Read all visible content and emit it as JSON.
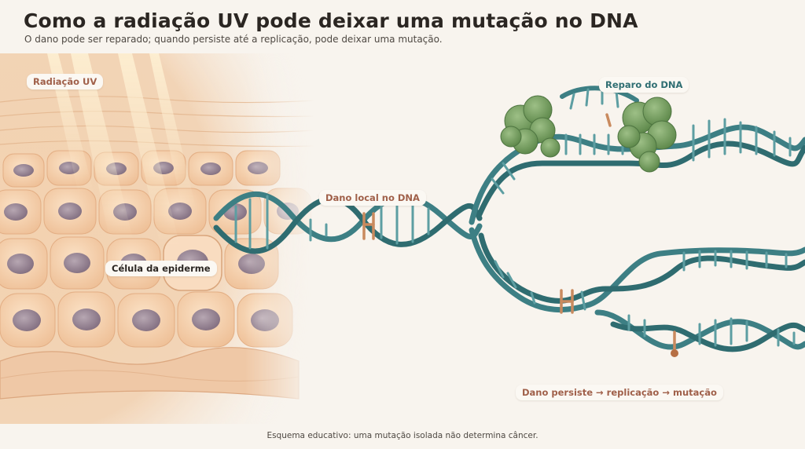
{
  "header": {
    "title": "Como a radiação UV pode deixar uma mutação no DNA",
    "subtitle": "O dano pode ser reparado; quando persiste até a replicação, pode deixar uma mutação."
  },
  "labels": {
    "uv": "Radiação UV",
    "cell": "Célula da epiderme",
    "local_damage": "Dano local no DNA",
    "repair": "Reparo do DNA",
    "persist": "Dano persiste → replicação → mutação"
  },
  "footer": {
    "note": "Esquema educativo: uma mutação isolada não determina câncer."
  },
  "colors": {
    "uv_label": "#a0604a",
    "damage_label": "#a0604a",
    "repair_label": "#2f6e72",
    "persist_label": "#a0604a",
    "cell_label": "#2b2622",
    "dna": "#3d7f84",
    "damage_mark": "#c98a5e",
    "enzyme": "#6e9a5c"
  }
}
